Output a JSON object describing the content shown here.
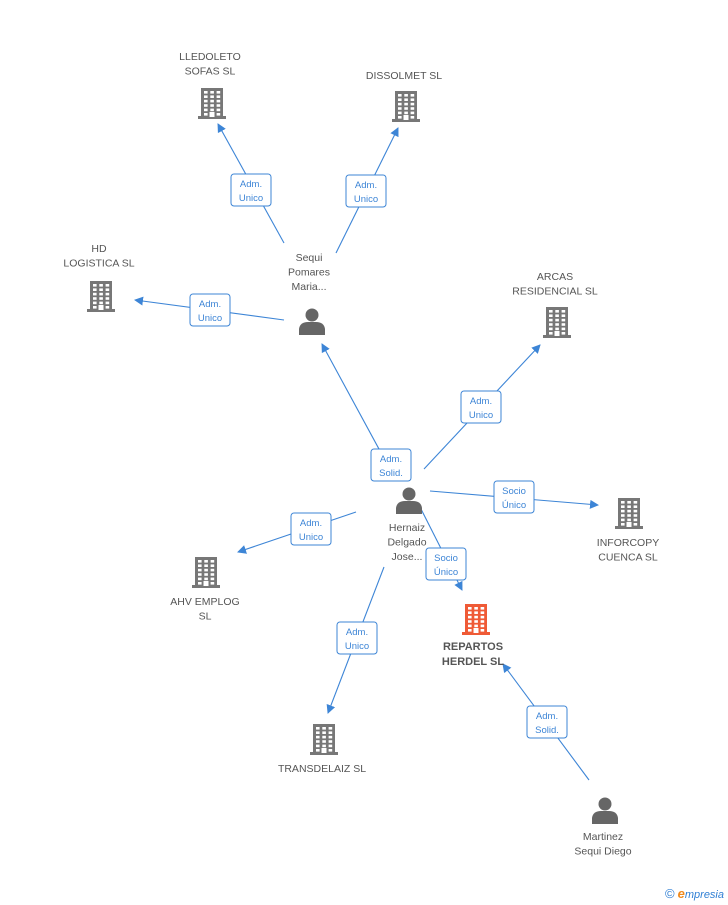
{
  "colors": {
    "edge": "#3d85d6",
    "company": "#777777",
    "focus_company": "#ef5a36",
    "person": "#666666",
    "label": "#555555"
  },
  "nodes": [
    {
      "id": "lledoleto",
      "type": "company",
      "label": [
        "LLEDOLETO",
        "SOFAS SL"
      ]
    },
    {
      "id": "dissolmet",
      "type": "company",
      "label": [
        "DISSOLMET SL"
      ]
    },
    {
      "id": "hd",
      "type": "company",
      "label": [
        "HD",
        "LOGISTICA SL"
      ]
    },
    {
      "id": "arcas",
      "type": "company",
      "label": [
        "ARCAS",
        "RESIDENCIAL SL"
      ]
    },
    {
      "id": "inforcopy",
      "type": "company",
      "label": [
        "INFORCOPY",
        "CUENCA  SL"
      ]
    },
    {
      "id": "ahv",
      "type": "company",
      "label": [
        "AHV EMPLOG",
        "SL"
      ]
    },
    {
      "id": "repartos",
      "type": "company",
      "focus": true,
      "label": [
        "REPARTOS",
        "HERDEL SL"
      ]
    },
    {
      "id": "transdelaiz",
      "type": "company",
      "label": [
        "TRANSDELAIZ SL"
      ]
    },
    {
      "id": "sequi",
      "type": "person",
      "label": [
        "Sequi",
        "Pomares",
        "Maria..."
      ]
    },
    {
      "id": "hernaiz",
      "type": "person",
      "label": [
        "Hernaiz",
        "Delgado",
        "Jose..."
      ]
    },
    {
      "id": "martinez",
      "type": "person",
      "label": [
        "Martinez",
        "Sequi Diego"
      ]
    }
  ],
  "edges": [
    {
      "from": "sequi",
      "to": "lledoleto",
      "label": [
        "Adm.",
        "Unico"
      ]
    },
    {
      "from": "sequi",
      "to": "dissolmet",
      "label": [
        "Adm.",
        "Unico"
      ]
    },
    {
      "from": "sequi",
      "to": "hd",
      "label": [
        "Adm.",
        "Unico"
      ]
    },
    {
      "from": "hernaiz",
      "to": "sequi",
      "label": [
        "Adm.",
        "Solid."
      ]
    },
    {
      "from": "hernaiz",
      "to": "arcas",
      "label": [
        "Adm.",
        "Unico"
      ]
    },
    {
      "from": "hernaiz",
      "to": "inforcopy",
      "label": [
        "Socio",
        "Único"
      ]
    },
    {
      "from": "hernaiz",
      "to": "ahv",
      "label": [
        "Adm.",
        "Unico"
      ]
    },
    {
      "from": "hernaiz",
      "to": "repartos",
      "label": [
        "Socio",
        "Único"
      ]
    },
    {
      "from": "hernaiz",
      "to": "transdelaiz",
      "label": [
        "Adm.",
        "Unico"
      ]
    },
    {
      "from": "martinez",
      "to": "repartos",
      "label": [
        "Adm.",
        "Solid."
      ]
    }
  ],
  "watermark": {
    "symbol": "©",
    "brand_initial": "e",
    "brand_rest": "mpresia"
  }
}
